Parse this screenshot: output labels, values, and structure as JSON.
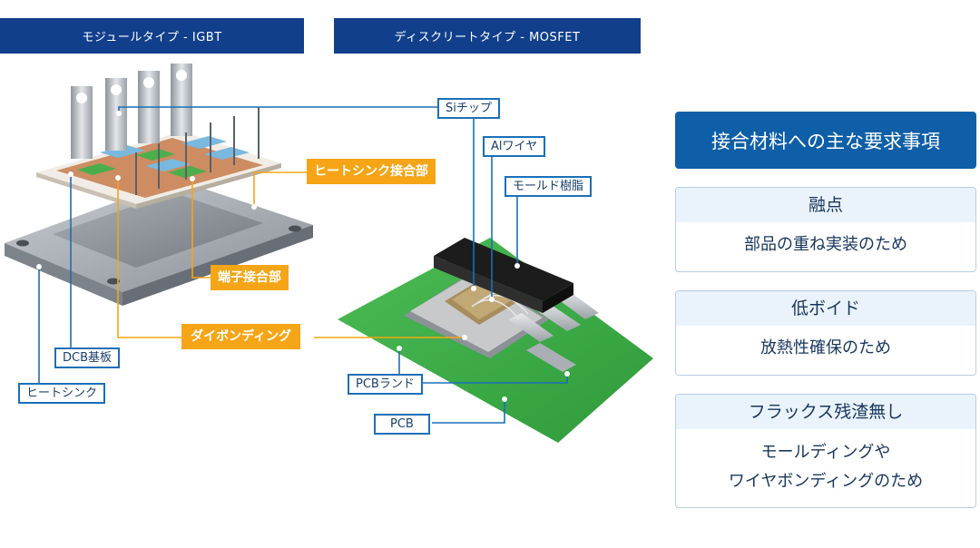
{
  "headers": {
    "module": "モジュールタイプ - IGBT",
    "discrete": "ディスクリートタイプ - MOSFET"
  },
  "callouts": {
    "si_chip": "Siチップ",
    "al_wire": "Alワイヤ",
    "mold_resin": "モールド樹脂",
    "heatsink_joint": "ヒートシンク接合部",
    "terminal_joint": "端子接合部",
    "die_bonding": "ダイボンディング",
    "dcb_substrate": "DCB基板",
    "heatsink": "ヒートシンク",
    "pcb_land": "PCBランド",
    "pcb": "PCB"
  },
  "requirements": {
    "title": "接合材料への主な要求事項",
    "items": [
      {
        "title": "融点",
        "desc_lines": [
          "部品の重ね実装のため"
        ]
      },
      {
        "title": "低ボイド",
        "desc_lines": [
          "放熱性確保のため"
        ]
      },
      {
        "title": "フラックス残渣無し",
        "desc_lines": [
          "モールディングや",
          "ワイヤボンディングのため"
        ]
      }
    ]
  },
  "colors": {
    "header_bg": "#113f8c",
    "callout_blue": "#1a6fb8",
    "callout_orange": "#f5a516",
    "requirement_title_bg": "#0f5fa8",
    "requirement_card_bg": "#eaf3fb",
    "pcb_green": "#3fae49"
  }
}
